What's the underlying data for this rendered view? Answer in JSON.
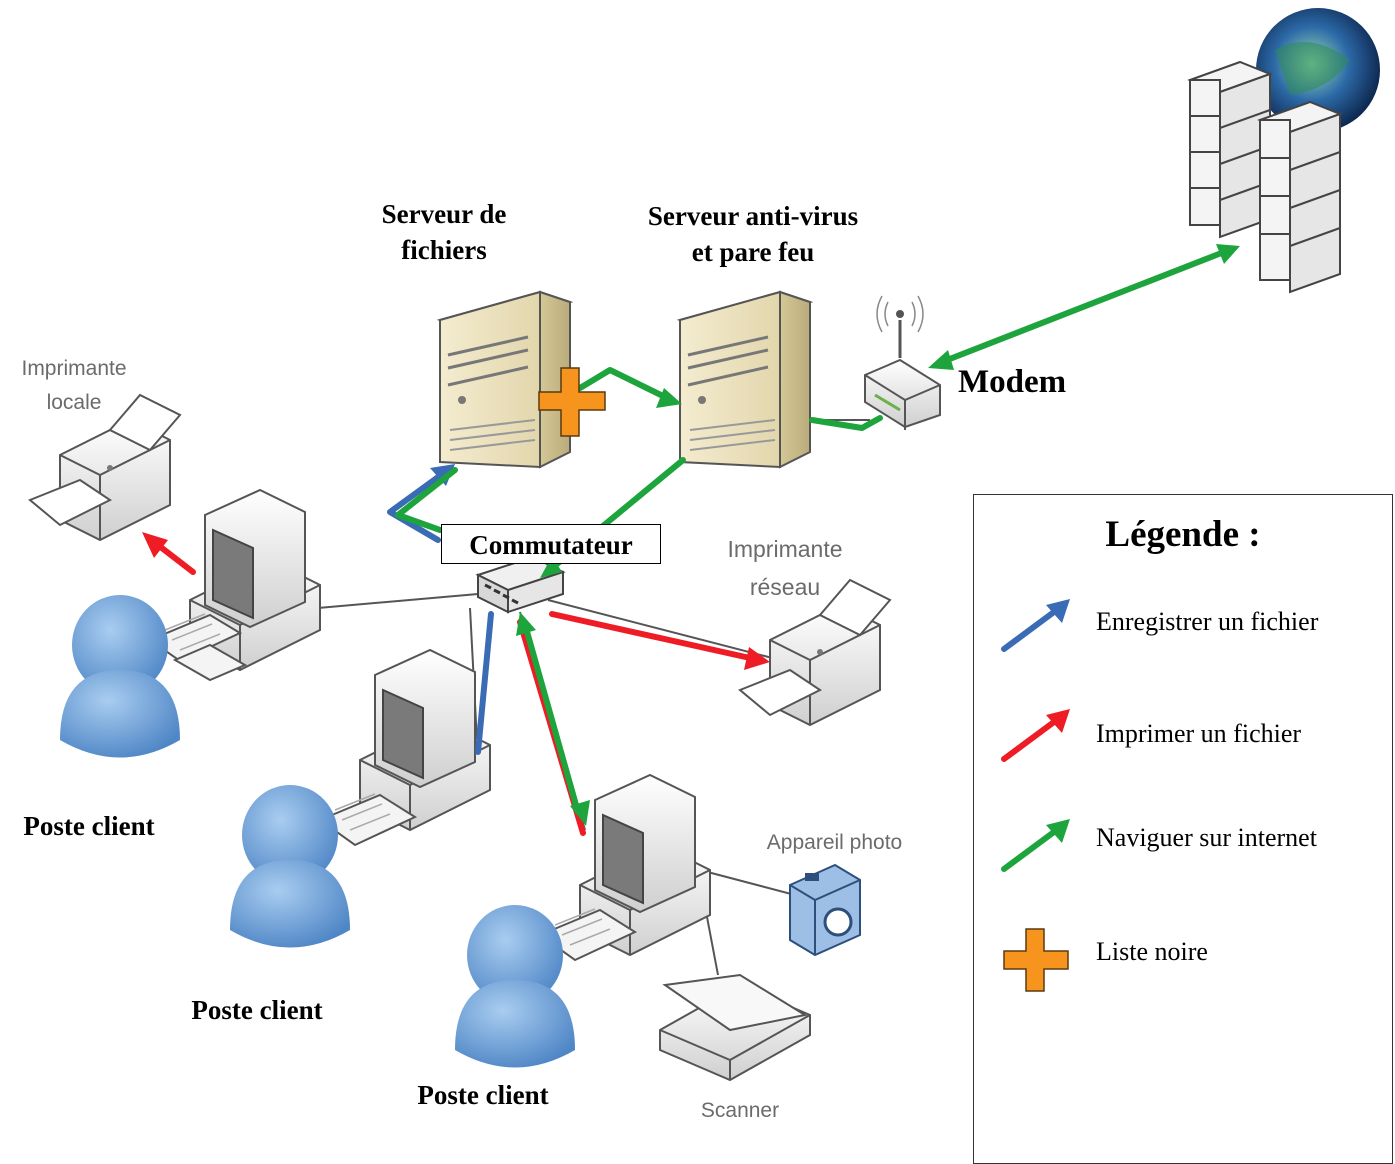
{
  "labels": {
    "file_server": [
      "Serveur de",
      "fichiers"
    ],
    "av_server": [
      "Serveur anti-virus",
      "et pare feu"
    ],
    "modem": "Modem",
    "switch": "Commutateur",
    "local_printer": [
      "Imprimante",
      "locale"
    ],
    "network_printer": [
      "Imprimante",
      "réseau"
    ],
    "camera": "Appareil photo",
    "scanner": "Scanner",
    "client_1": "Poste client",
    "client_2": "Poste client",
    "client_3": "Poste client"
  },
  "legend": {
    "title": "Légende :",
    "items": [
      {
        "label": "Enregistrer un fichier",
        "color": "#3a6bb5",
        "icon": "arrow-icon"
      },
      {
        "label": "Imprimer un fichier",
        "color": "#ee1c24",
        "icon": "arrow-icon"
      },
      {
        "label": "Naviguer sur internet",
        "color": "#1ea43c",
        "icon": "arrow-icon"
      },
      {
        "label": "Liste noire",
        "color": "#f7941d",
        "icon": "cross-icon"
      }
    ]
  },
  "colors": {
    "save": "#3a6bb5",
    "print": "#ee1c24",
    "internet": "#1ea43c",
    "blacklist": "#f7941d"
  }
}
